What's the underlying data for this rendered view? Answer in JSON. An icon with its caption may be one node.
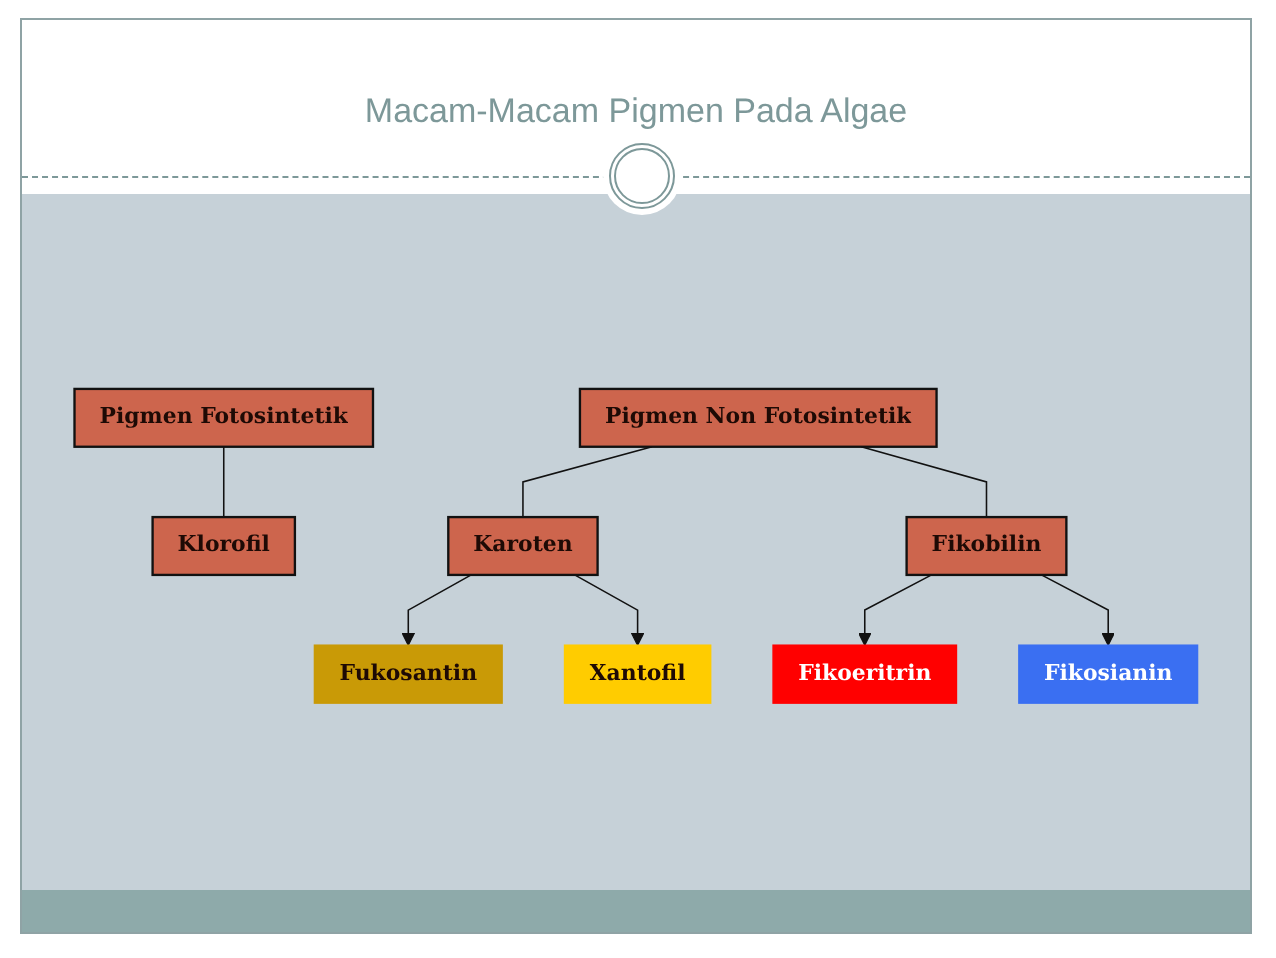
{
  "diagram": {
    "title": "Macam-Macam Pigmen Pada Algae",
    "nodes": [
      {
        "text": [
          "Pigmen Fotosintetik"
        ]
      },
      {
        "text": [
          "Pigmen Non Fotosintetik"
        ]
      },
      {
        "text": [
          "Klorofil"
        ]
      },
      {
        "text": [
          "Karoten"
        ]
      },
      {
        "text": [
          "Fikobilin"
        ]
      },
      {
        "text": [
          "Fikoeritrin"
        ]
      },
      {
        "text": [
          "Fukosantin"
        ]
      },
      {
        "text": [
          "Xantofil"
        ]
      },
      {
        "text": [
          "Fikosianin"
        ]
      }
    ],
    "edges": [
      {
        "from": 0,
        "to": 2,
        "arrow": "none"
      },
      {
        "from": 1,
        "to": 3,
        "arrow": "none"
      },
      {
        "from": 1,
        "to": 4,
        "arrow": "none"
      },
      {
        "from": 3,
        "to": 6,
        "arrow": "to"
      },
      {
        "from": 3,
        "to": 7,
        "arrow": "to"
      },
      {
        "from": 4,
        "to": 5,
        "arrow": "to"
      },
      {
        "from": 4,
        "to": 8,
        "arrow": "to"
      }
    ]
  }
}
